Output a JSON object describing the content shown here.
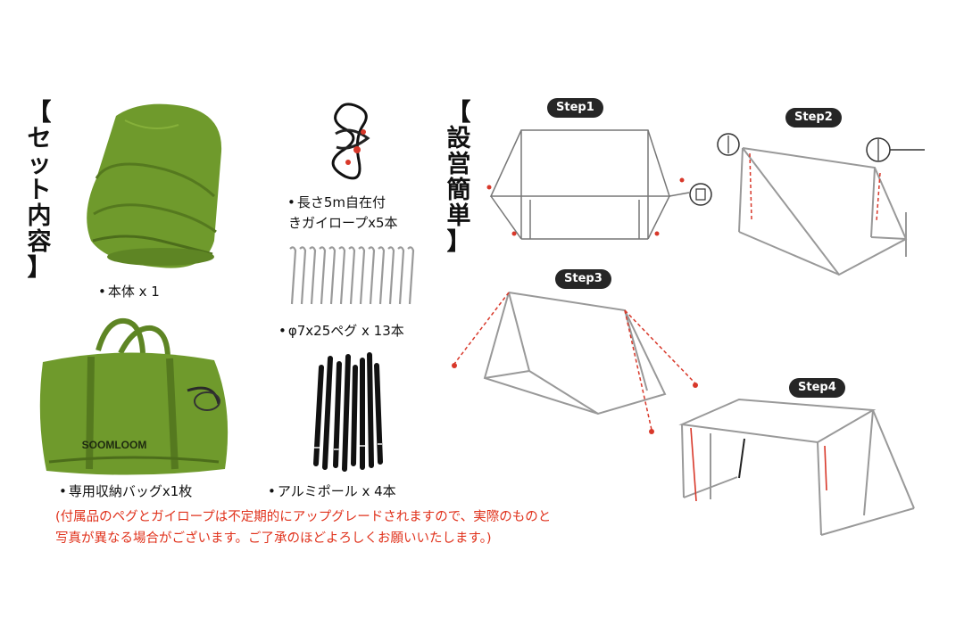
{
  "set_contents": {
    "heading_chars": [
      "【",
      "セ",
      "ッ",
      "ト",
      "内",
      "容",
      "】"
    ],
    "items": [
      {
        "label": "本体 x 1"
      },
      {
        "label": "長さ5m自在付"
      },
      {
        "label": "きガイロープx5本"
      },
      {
        "label": "φ7x25ペグ x 13本"
      },
      {
        "label": "専用収納バッグx1枚"
      },
      {
        "label": "アルミポール x 4本"
      }
    ],
    "bag_logo": "SOOMLOOM"
  },
  "setup": {
    "heading_chars": [
      "【",
      "設",
      "営",
      "簡",
      "単",
      "】"
    ],
    "steps": [
      "Step1",
      "Step2",
      "Step3",
      "Step4"
    ]
  },
  "note": {
    "line1": "(付属品のペグとガイロープは不定期的にアップグレードされますので、実際のものと",
    "line2": "写真が異なる場合がございます。ご了承のほどよろしくお願いいたします。)"
  },
  "colors": {
    "tent_green": "#6f9a2c",
    "note_red": "#e0321c",
    "pill_dark": "#262626",
    "guide_red": "#d8382a"
  }
}
